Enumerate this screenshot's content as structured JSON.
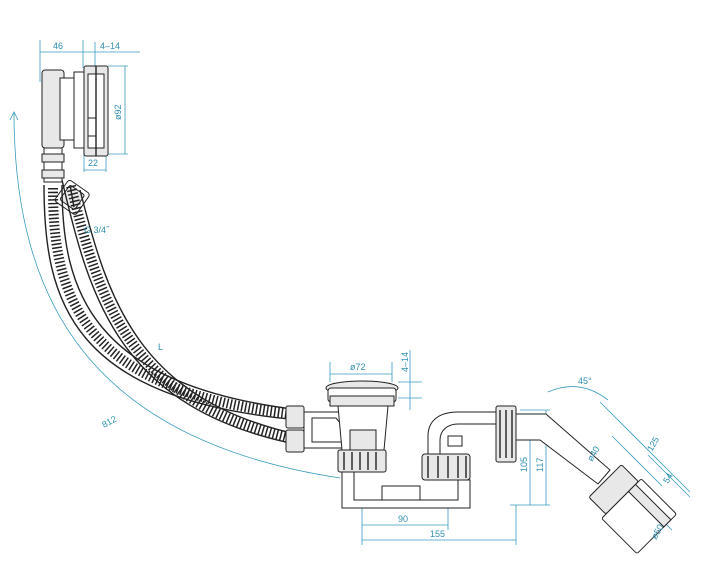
{
  "dimensions": {
    "overflow_depth": "46",
    "wall_thickness_top": "4–14",
    "overflow_diameter": "ø92",
    "overflow_offset": "22",
    "waste_diameter": "ø72",
    "wall_thickness_waste": "4–14",
    "trap_height_a": "105",
    "trap_height_b": "117",
    "outlet_offset_a": "90",
    "outlet_offset_b": "155",
    "outlet_angle": "45°",
    "outlet_length": "125",
    "outlet_diameter_a": "ø40",
    "outlet_diameter_b": "ø50",
    "outlet_width": "54"
  },
  "labels": {
    "thread": "G 3/4˝",
    "hose_length": "L",
    "arc_length": "812"
  },
  "colors": {
    "dimension": "#2f8fb0",
    "outline": "#222222"
  }
}
